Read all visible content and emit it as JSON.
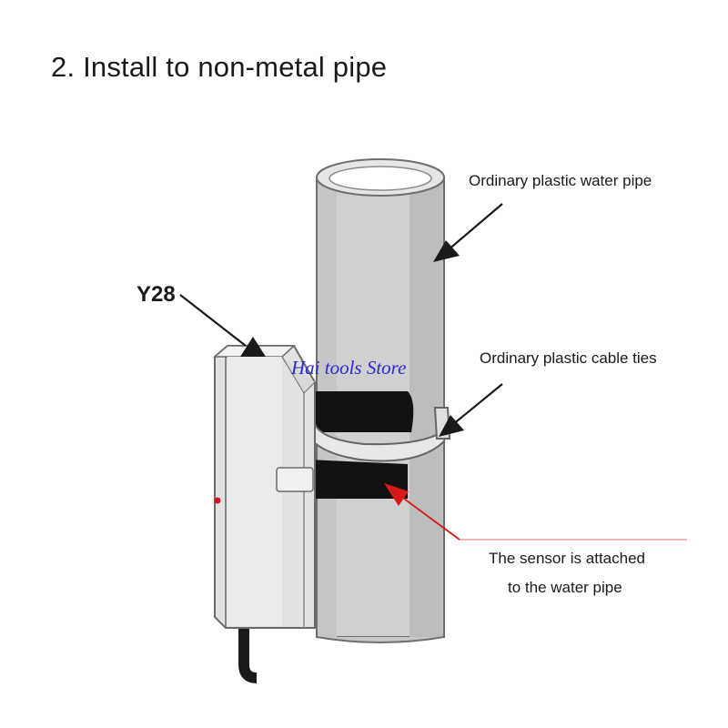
{
  "title": "2. Install to non-metal pipe",
  "model": "Y28",
  "watermark": "Hai tools Store",
  "callouts": {
    "pipe": "Ordinary plastic water pipe",
    "ties": "Ordinary plastic cable ties",
    "sensor_line1": "The sensor is attached",
    "sensor_line2": "to the water pipe"
  },
  "colors": {
    "arrow": "#1a1a1a",
    "sensor_arrow": "#d61a1a",
    "watermark": "#2a2ad4"
  }
}
